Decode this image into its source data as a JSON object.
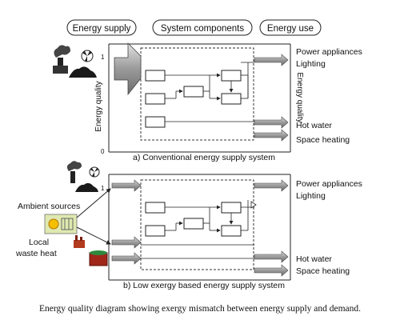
{
  "headers": {
    "energy_supply": "Energy supply",
    "system_components": "System components",
    "energy_use": "Energy use"
  },
  "axis": {
    "left_label": "Energy quality",
    "right_label": "Energy quality",
    "tick_one": "1",
    "tick_zero": "0"
  },
  "panel_a": {
    "caption": "a) Conventional energy supply system",
    "use_labels": [
      "Power appliances",
      "Lighting",
      "Hot water",
      "Space heating"
    ]
  },
  "panel_b": {
    "caption": "b) Low exergy based energy supply system",
    "ambient_label": "Ambient sources",
    "waste_label_line1": "Local",
    "waste_label_line2": "waste heat",
    "use_labels": [
      "Power appliances",
      "Lighting",
      "Hot water",
      "Space heating"
    ]
  },
  "figure_caption": "Energy quality diagram showing exergy mismatch between energy supply and demand.",
  "icons": [
    "power-plant-icon",
    "coal-pile-icon",
    "nuclear-icon",
    "solar-panel-icon",
    "factory-icon",
    "storage-tank-icon"
  ]
}
